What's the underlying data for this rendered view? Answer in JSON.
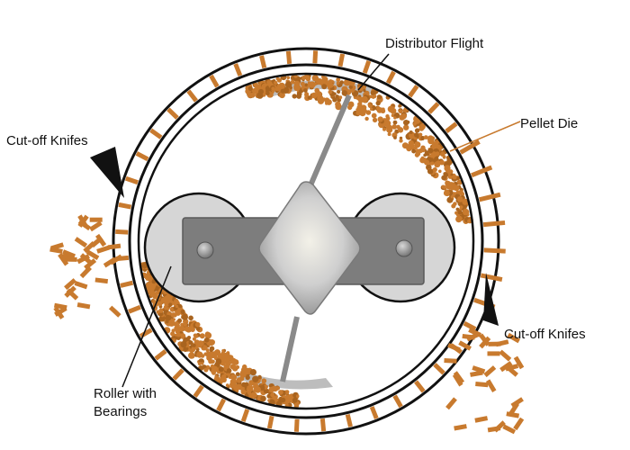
{
  "labels": {
    "distributor_flight": "Distributor Flight",
    "pellet_die": "Pellet Die",
    "cutoff_knifes_left": "Cut-off Knifes",
    "cutoff_knifes_right": "Cut-off Knifes",
    "roller_line1": "Roller with",
    "roller_line2": "Bearings"
  },
  "colors": {
    "pellet": "#c87a2e",
    "pellet_dark": "#a9641f",
    "die_ring": "#111111",
    "frame": "#7d7d7d",
    "roller": "#d4d4d4",
    "knife": "#111111"
  }
}
